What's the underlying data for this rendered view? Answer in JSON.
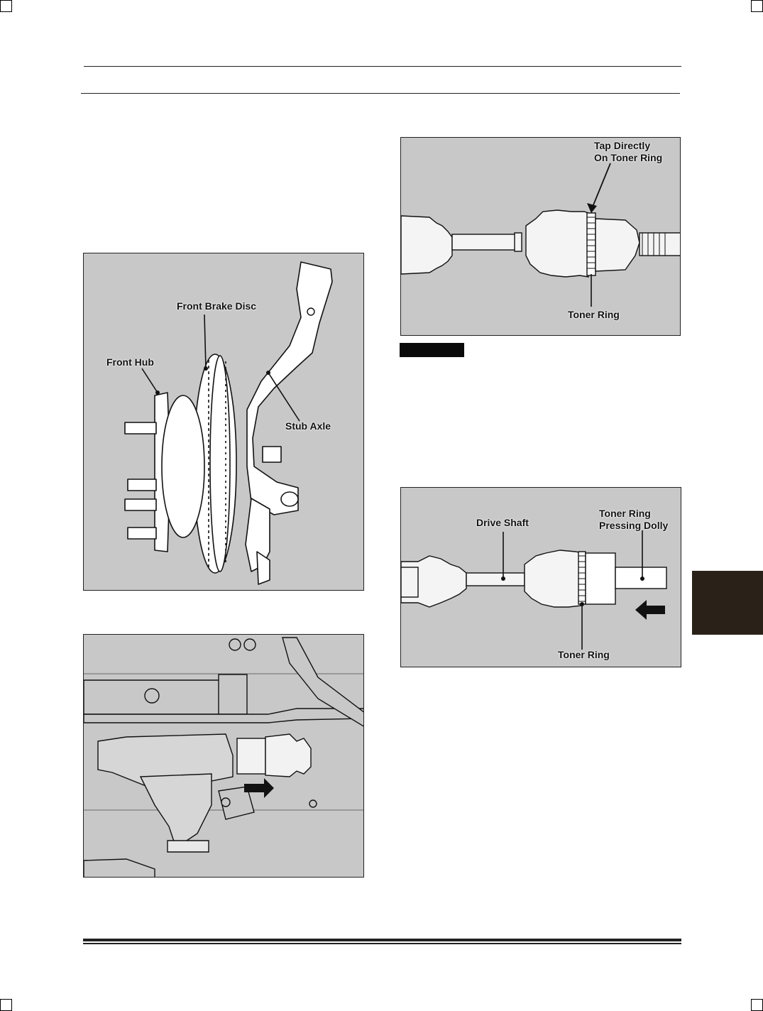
{
  "figures": {
    "hub": {
      "front_hub": "Front Hub",
      "front_brake_disc": "Front Brake Disc",
      "stub_axle": "Stub Axle"
    },
    "differential": {},
    "shaft_top": {
      "tap_directly": "Tap Directly\nOn Toner Ring",
      "toner_ring": "Toner Ring"
    },
    "shaft_bottom": {
      "drive_shaft": "Drive Shaft",
      "dolly": "Toner Ring\nPressing Dolly",
      "toner_ring": "Toner Ring"
    }
  },
  "colors": {
    "figure_background": "#c8c8c8",
    "note_bar": "#0a0a0a",
    "section_tab": "#2a2218"
  }
}
